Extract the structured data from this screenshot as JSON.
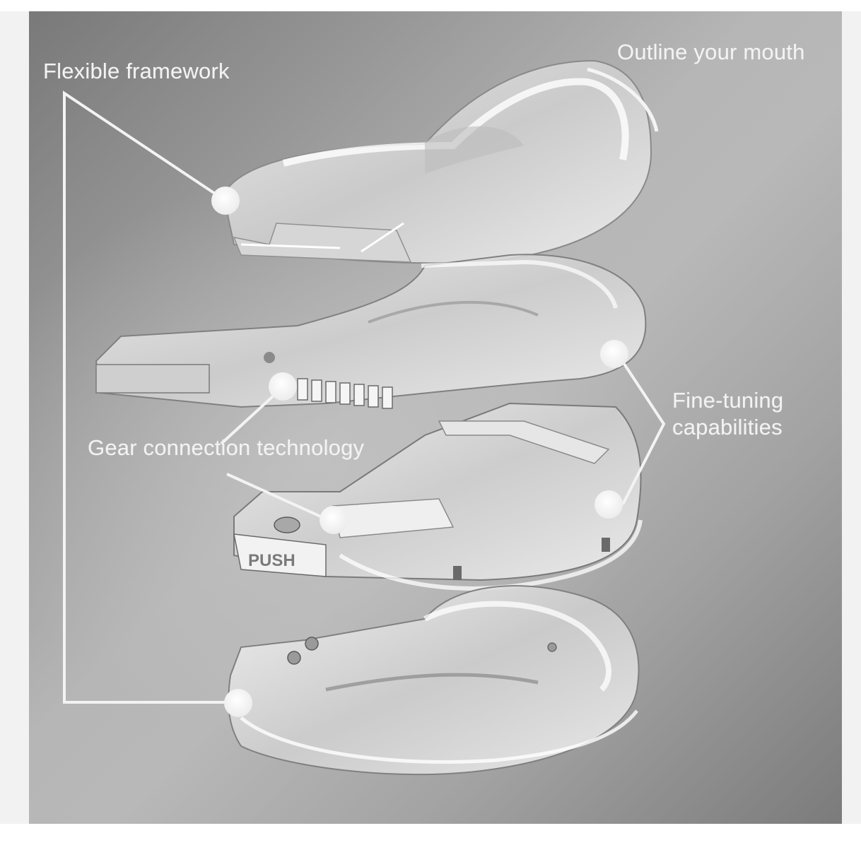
{
  "figure": {
    "type": "exploded-product-diagram",
    "subject": "mouthguard layers",
    "colors": {
      "background_dark": "#797979",
      "background_light": "#b8b8b8",
      "callout": "#f3f3f3",
      "margin": "#f2f2f2"
    }
  },
  "callouts": {
    "flexible_framework": "Flexible framework",
    "outline_mouth": "Outline your mouth",
    "gear_connection": "Gear connection technology",
    "fine_tuning_line1": "Fine-tuning",
    "fine_tuning_line2": "capabilities"
  },
  "embossed_text": {
    "push": "PUSH"
  }
}
